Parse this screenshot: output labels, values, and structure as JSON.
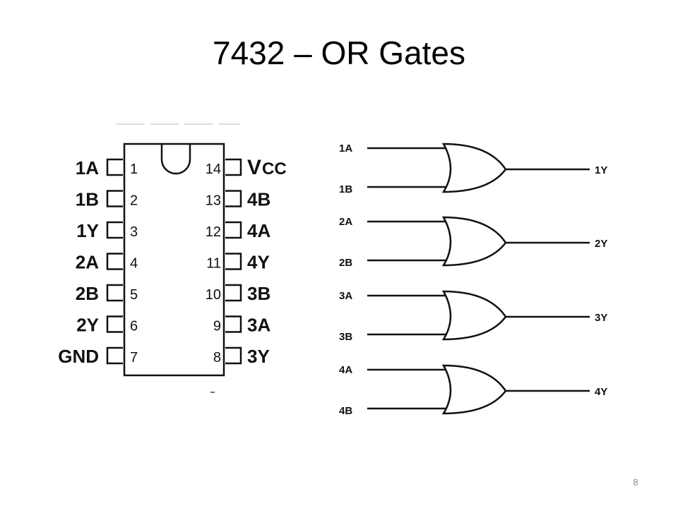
{
  "slide": {
    "title": "7432 – OR Gates",
    "page_number": "8"
  },
  "ic": {
    "left_pins": [
      {
        "name": "1A",
        "number": "1"
      },
      {
        "name": "1B",
        "number": "2"
      },
      {
        "name": "1Y",
        "number": "3"
      },
      {
        "name": "2A",
        "number": "4"
      },
      {
        "name": "2B",
        "number": "5"
      },
      {
        "name": "2Y",
        "number": "6"
      },
      {
        "name": "GND",
        "number": "7"
      }
    ],
    "right_pins": [
      {
        "name": "V",
        "sub": "CC",
        "number": "14"
      },
      {
        "name": "4B",
        "number": "13"
      },
      {
        "name": "4A",
        "number": "12"
      },
      {
        "name": "4Y",
        "number": "11"
      },
      {
        "name": "3B",
        "number": "10"
      },
      {
        "name": "3A",
        "number": "9"
      },
      {
        "name": "3Y",
        "number": "8"
      }
    ]
  },
  "gates": [
    {
      "input_a": "1A",
      "input_b": "1B",
      "output": "1Y"
    },
    {
      "input_a": "2A",
      "input_b": "2B",
      "output": "2Y"
    },
    {
      "input_a": "3A",
      "input_b": "3B",
      "output": "3Y"
    },
    {
      "input_a": "4A",
      "input_b": "4B",
      "output": "4Y"
    }
  ]
}
